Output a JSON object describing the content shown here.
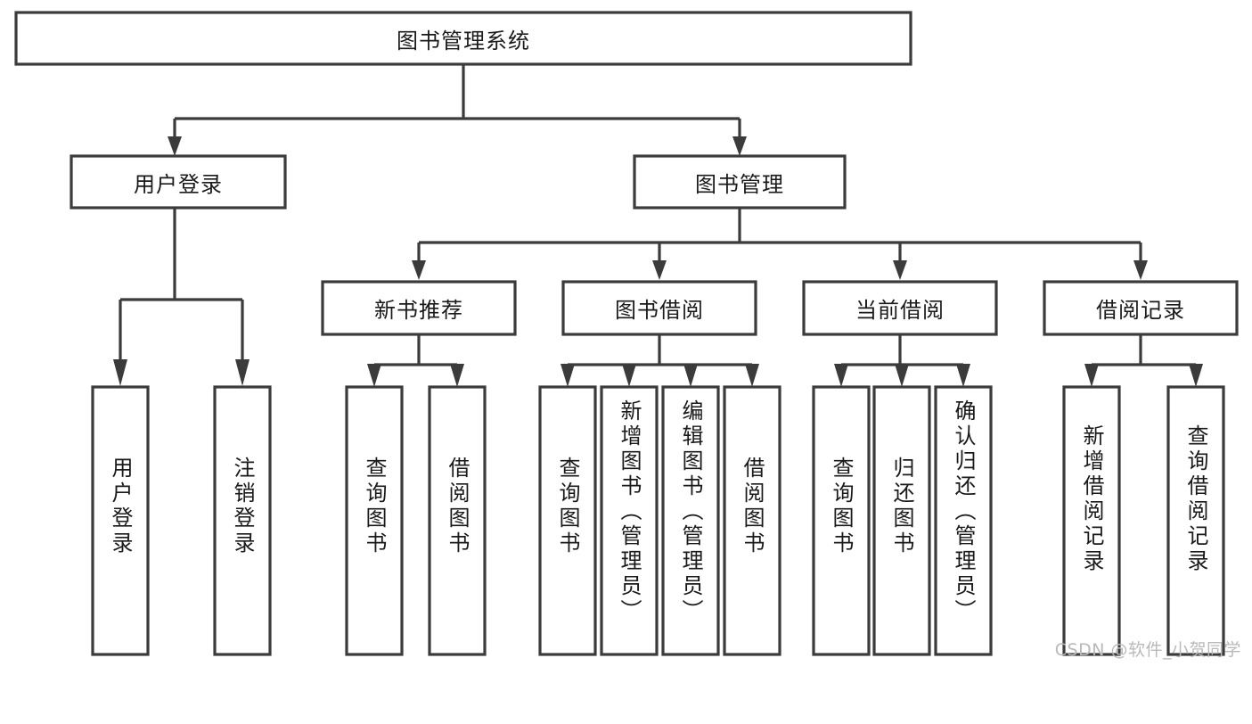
{
  "diagram": {
    "type": "tree-hierarchy",
    "title": "图书管理系统",
    "watermark": "CSDN @软件_小贺同学",
    "colors": {
      "stroke": "#3b3b3b",
      "fill": "#ffffff",
      "text": "#1a1a1a",
      "watermark": "#b9b9b9",
      "background": "#ffffff"
    },
    "nodes": {
      "root": {
        "label": "图书管理系统",
        "orientation": "horizontal",
        "level": 0
      },
      "level1": [
        {
          "label": "用户登录",
          "orientation": "horizontal",
          "level": 1
        },
        {
          "label": "图书管理",
          "orientation": "horizontal",
          "level": 1
        }
      ],
      "level2": [
        {
          "label": "新书推荐",
          "orientation": "horizontal",
          "level": 2
        },
        {
          "label": "图书借阅",
          "orientation": "horizontal",
          "level": 2
        },
        {
          "label": "当前借阅",
          "orientation": "horizontal",
          "level": 2
        },
        {
          "label": "借阅记录",
          "orientation": "horizontal",
          "level": 2
        }
      ],
      "leaves": {
        "user_login": [
          {
            "label": "用户登录",
            "orientation": "vertical"
          },
          {
            "label": "注销登录",
            "orientation": "vertical"
          }
        ],
        "new_book_recommend": [
          {
            "label": "查询图书",
            "orientation": "vertical"
          },
          {
            "label": "借阅图书",
            "orientation": "vertical"
          }
        ],
        "book_borrow": [
          {
            "label": "查询图书",
            "orientation": "vertical"
          },
          {
            "label": "新增图书（管理员）",
            "orientation": "vertical"
          },
          {
            "label": "编辑图书（管理员）",
            "orientation": "vertical"
          },
          {
            "label": "借阅图书",
            "orientation": "vertical"
          }
        ],
        "current_borrow": [
          {
            "label": "查询图书",
            "orientation": "vertical"
          },
          {
            "label": "归还图书",
            "orientation": "vertical"
          },
          {
            "label": "确认归还（管理员）",
            "orientation": "vertical"
          }
        ],
        "borrow_record": [
          {
            "label": "新增借阅记录",
            "orientation": "vertical"
          },
          {
            "label": "查询借阅记录",
            "orientation": "vertical"
          }
        ]
      }
    },
    "edges": [
      {
        "from": "图书管理系统",
        "to": "用户登录"
      },
      {
        "from": "图书管理系统",
        "to": "图书管理"
      },
      {
        "from": "用户登录",
        "to": "用户登录"
      },
      {
        "from": "用户登录",
        "to": "注销登录"
      },
      {
        "from": "图书管理",
        "to": "新书推荐"
      },
      {
        "from": "图书管理",
        "to": "图书借阅"
      },
      {
        "from": "图书管理",
        "to": "当前借阅"
      },
      {
        "from": "图书管理",
        "to": "借阅记录"
      },
      {
        "from": "新书推荐",
        "to": "查询图书"
      },
      {
        "from": "新书推荐",
        "to": "借阅图书"
      },
      {
        "from": "图书借阅",
        "to": "查询图书"
      },
      {
        "from": "图书借阅",
        "to": "新增图书（管理员）"
      },
      {
        "from": "图书借阅",
        "to": "编辑图书（管理员）"
      },
      {
        "from": "图书借阅",
        "to": "借阅图书"
      },
      {
        "from": "当前借阅",
        "to": "查询图书"
      },
      {
        "from": "当前借阅",
        "to": "归还图书"
      },
      {
        "from": "当前借阅",
        "to": "确认归还（管理员）"
      },
      {
        "from": "借阅记录",
        "to": "新增借阅记录"
      },
      {
        "from": "借阅记录",
        "to": "查询借阅记录"
      }
    ]
  }
}
